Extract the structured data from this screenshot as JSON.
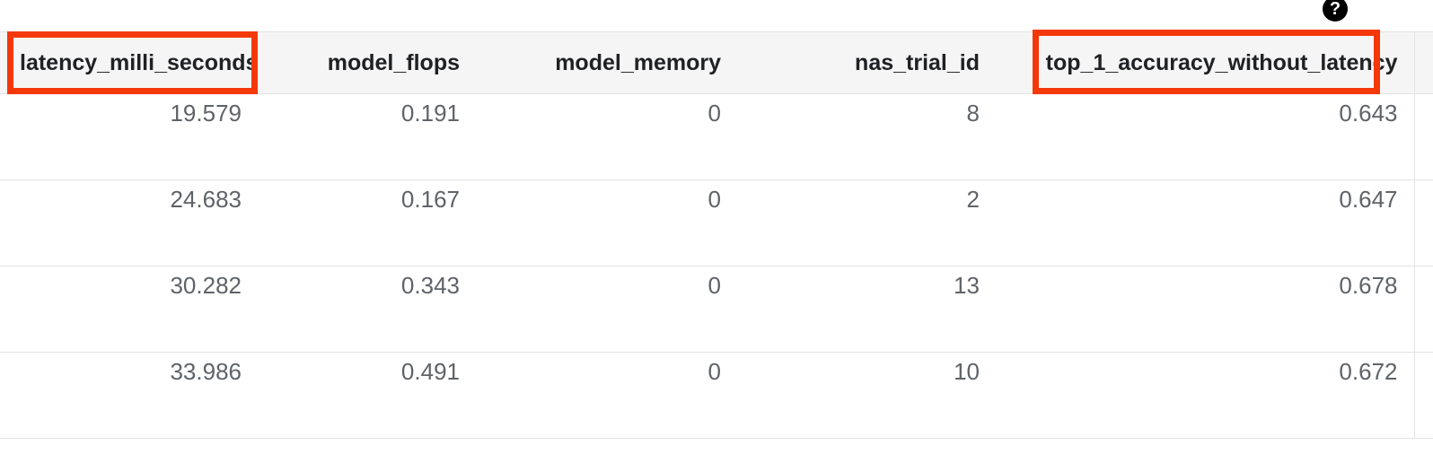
{
  "help": {
    "icon": "help-icon",
    "glyph": "?"
  },
  "table": {
    "columns": [
      {
        "key": "latency_milli_seconds",
        "label": "latency_milli_seconds",
        "align": "left",
        "highlighted": true
      },
      {
        "key": "model_flops",
        "label": "model_flops",
        "align": "right",
        "highlighted": false
      },
      {
        "key": "model_memory",
        "label": "model_memory",
        "align": "right",
        "highlighted": false
      },
      {
        "key": "nas_trial_id",
        "label": "nas_trial_id",
        "align": "right",
        "highlighted": false
      },
      {
        "key": "top_1_accuracy_without_latency",
        "label": "top_1_accuracy_without_latency",
        "align": "right",
        "highlighted": true
      },
      {
        "key": "extra",
        "label": "",
        "align": "right",
        "highlighted": false
      }
    ],
    "rows": [
      {
        "latency_milli_seconds": "19.579",
        "model_flops": "0.191",
        "model_memory": "0",
        "nas_trial_id": "8",
        "top_1_accuracy_without_latency": "0.643",
        "extra": ""
      },
      {
        "latency_milli_seconds": "24.683",
        "model_flops": "0.167",
        "model_memory": "0",
        "nas_trial_id": "2",
        "top_1_accuracy_without_latency": "0.647",
        "extra": ""
      },
      {
        "latency_milli_seconds": "30.282",
        "model_flops": "0.343",
        "model_memory": "0",
        "nas_trial_id": "13",
        "top_1_accuracy_without_latency": "0.678",
        "extra": ""
      },
      {
        "latency_milli_seconds": "33.986",
        "model_flops": "0.491",
        "model_memory": "0",
        "nas_trial_id": "10",
        "top_1_accuracy_without_latency": "0.672",
        "extra": ""
      }
    ]
  },
  "annotations": {
    "color": "#f4380a",
    "boxes": [
      {
        "name": "latency-column-header-highlight",
        "target": "latency_milli_seconds"
      },
      {
        "name": "accuracy-column-header-highlight",
        "target": "top_1_accuracy_without_latency"
      }
    ]
  }
}
